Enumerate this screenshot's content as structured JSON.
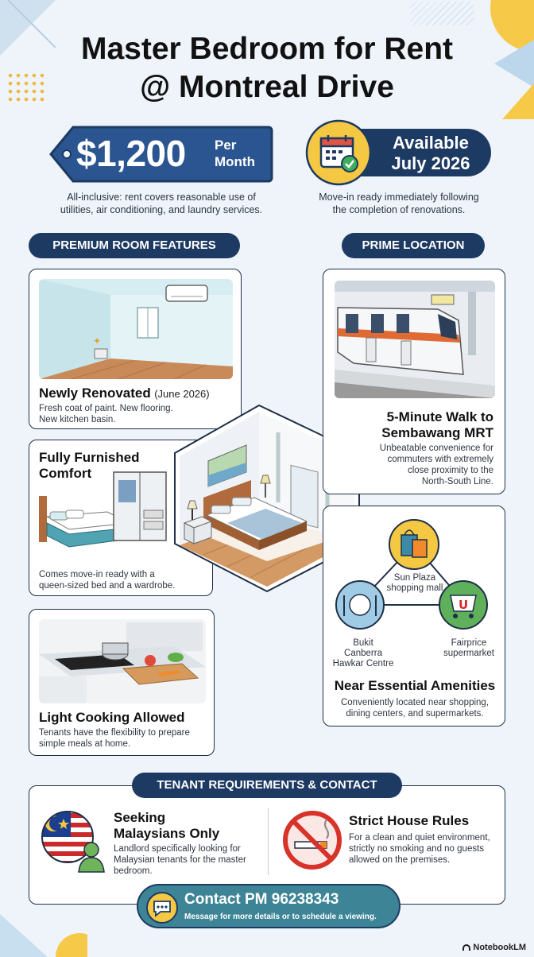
{
  "title_line1": "Master Bedroom for Rent",
  "title_line2": "@ Montreal Drive",
  "price": {
    "amount": "$1,200",
    "unit_line1": "Per",
    "unit_line2": "Month",
    "note_line1": "All-inclusive: rent covers reasonable use of",
    "note_line2": "utilities, air conditioning, and laundry services."
  },
  "availability": {
    "line1": "Available",
    "line2": "July 2026",
    "note_line1": "Move-in ready immediately following",
    "note_line2": "the completion of renovations."
  },
  "sections": {
    "features": "PREMIUM ROOM FEATURES",
    "location": "PRIME LOCATION",
    "tenant": "TENANT REQUIREMENTS & CONTACT"
  },
  "features": {
    "renovated": {
      "title": "Newly Renovated",
      "date": "(June 2026)",
      "line1": "Fresh coat of paint. New flooring.",
      "line2": "New kitchen basin."
    },
    "furnished": {
      "title1": "Fully Furnished",
      "title2": "Comfort",
      "line1": "Comes move-in ready with a",
      "line2": "queen-sized bed and a wardrobe."
    },
    "cooking": {
      "title": "Light Cooking Allowed",
      "line1": "Tenants have the flexibility to prepare",
      "line2": "simple meals at home."
    }
  },
  "location": {
    "mrt": {
      "title1": "5-Minute Walk to",
      "title2": "Sembawang MRT",
      "line1": "Unbeatable convenience for",
      "line2": "commuters with extremely",
      "line3": "close proximity to the",
      "line4": "North-South Line."
    },
    "amenities": {
      "mall1": "Sun Plaza",
      "mall2": "shopping mall",
      "hawker1": "Bukit",
      "hawker2": "Canberra",
      "hawker3": "Hawkar Centre",
      "market1": "Fairprice",
      "market2": "supermarket",
      "title": "Near Essential Amenities",
      "line1": "Conveniently located near shopping,",
      "line2": "dining centers, and supermarkets."
    }
  },
  "tenant": {
    "title1": "Seeking",
    "title2": "Malaysians Only",
    "line1": "Landlord specifically looking for",
    "line2": "Malaysian tenants for the master",
    "line3": "bedroom."
  },
  "rules": {
    "title": "Strict House Rules",
    "line1": "For a clean and quiet environment,",
    "line2": "strictly no smoking and no guests",
    "line3": "allowed on the premises."
  },
  "contact": {
    "main": "Contact PM 96238343",
    "sub": "Message for more details or to schedule a viewing."
  },
  "brand": "NotebookLM",
  "colors": {
    "navy": "#1d3a62",
    "teal": "#3d8596",
    "yellow": "#f5c843",
    "background": "#eef4fa"
  }
}
